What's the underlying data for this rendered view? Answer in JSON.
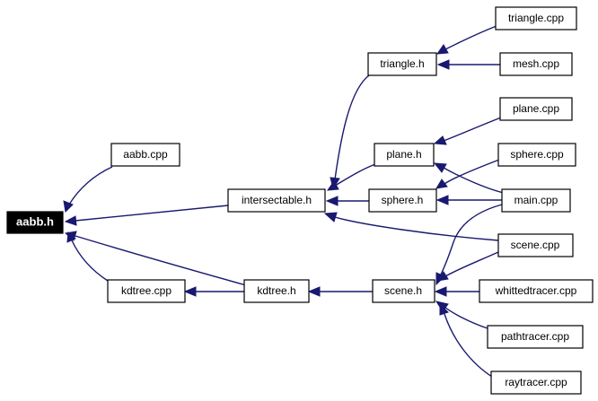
{
  "graph": {
    "colors": {
      "edge": "#191970",
      "node_border": "#000000",
      "root_fill": "#000000",
      "root_text": "#ffffff"
    },
    "nodes": {
      "aabb_h": "aabb.h",
      "aabb_cpp": "aabb.cpp",
      "kdtree_cpp": "kdtree.cpp",
      "intersectable_h": "intersectable.h",
      "kdtree_h": "kdtree.h",
      "triangle_h": "triangle.h",
      "plane_h": "plane.h",
      "sphere_h": "sphere.h",
      "scene_h": "scene.h",
      "triangle_cpp": "triangle.cpp",
      "mesh_cpp": "mesh.cpp",
      "plane_cpp": "plane.cpp",
      "sphere_cpp": "sphere.cpp",
      "main_cpp": "main.cpp",
      "scene_cpp": "scene.cpp",
      "whittedtracer_cpp": "whittedtracer.cpp",
      "pathtracer_cpp": "pathtracer.cpp",
      "raytracer_cpp": "raytracer.cpp"
    },
    "edges": [
      [
        "aabb_cpp",
        "aabb_h"
      ],
      [
        "intersectable_h",
        "aabb_h"
      ],
      [
        "kdtree_cpp",
        "aabb_h"
      ],
      [
        "kdtree_h",
        "aabb_h"
      ],
      [
        "kdtree_h",
        "kdtree_cpp"
      ],
      [
        "triangle_h",
        "intersectable_h"
      ],
      [
        "plane_h",
        "intersectable_h"
      ],
      [
        "sphere_h",
        "intersectable_h"
      ],
      [
        "scene_cpp",
        "intersectable_h"
      ],
      [
        "scene_h",
        "kdtree_h"
      ],
      [
        "triangle_cpp",
        "triangle_h"
      ],
      [
        "mesh_cpp",
        "triangle_h"
      ],
      [
        "plane_cpp",
        "plane_h"
      ],
      [
        "main_cpp",
        "plane_h"
      ],
      [
        "sphere_cpp",
        "sphere_h"
      ],
      [
        "main_cpp",
        "sphere_h"
      ],
      [
        "main_cpp",
        "scene_h"
      ],
      [
        "scene_cpp",
        "scene_h"
      ],
      [
        "whittedtracer_cpp",
        "scene_h"
      ],
      [
        "pathtracer_cpp",
        "scene_h"
      ],
      [
        "raytracer_cpp",
        "scene_h"
      ]
    ]
  }
}
